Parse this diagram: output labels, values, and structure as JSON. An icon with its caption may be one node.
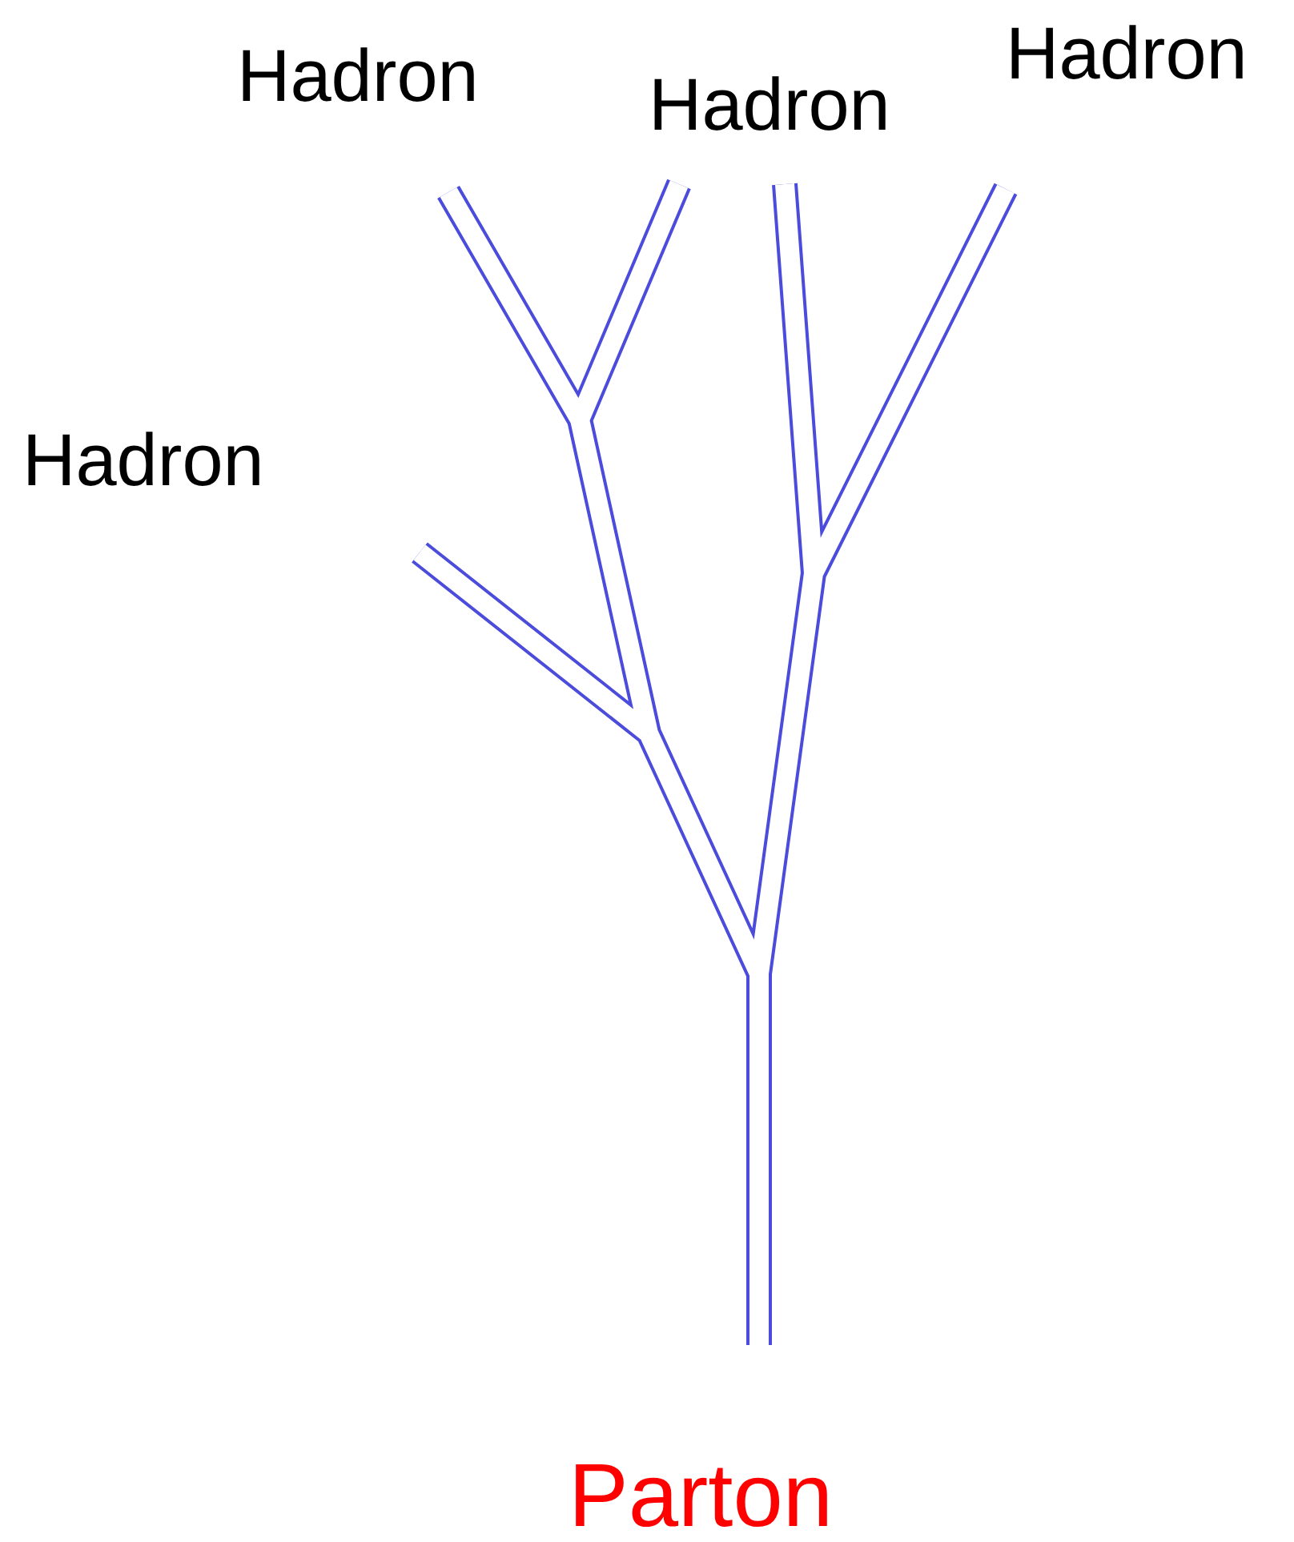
{
  "diagram": {
    "labels": [
      "Hadron",
      "Hadron",
      "Hadron",
      "Hadron",
      "Parton"
    ]
  }
}
